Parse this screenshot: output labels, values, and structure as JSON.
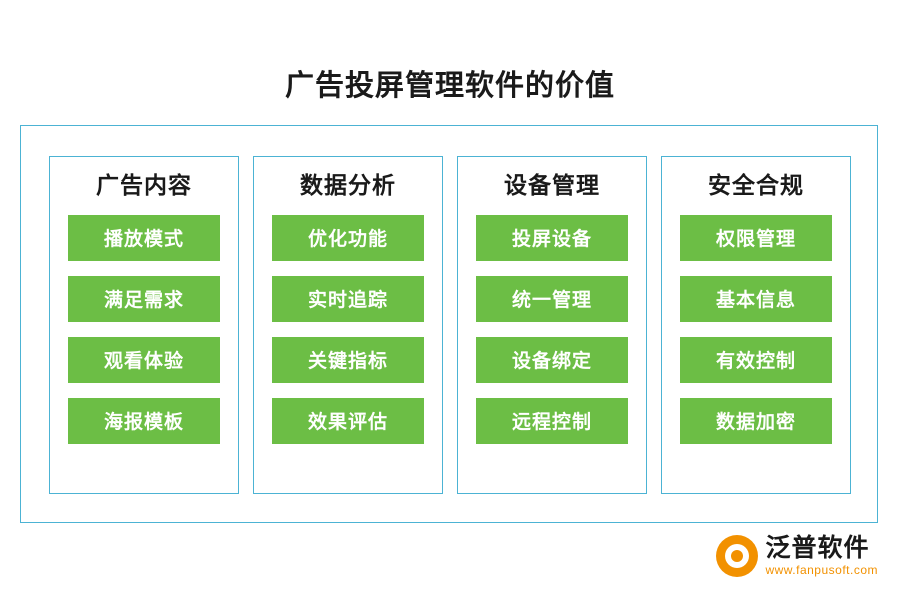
{
  "title": "广告投屏管理软件的价值",
  "columns": [
    {
      "heading": "广告内容",
      "items": [
        "播放模式",
        "满足需求",
        "观看体验",
        "海报模板"
      ]
    },
    {
      "heading": "数据分析",
      "items": [
        "优化功能",
        "实时追踪",
        "关键指标",
        "效果评估"
      ]
    },
    {
      "heading": "设备管理",
      "items": [
        "投屏设备",
        "统一管理",
        "设备绑定",
        "远程控制"
      ]
    },
    {
      "heading": "安全合规",
      "items": [
        "权限管理",
        "基本信息",
        "有效控制",
        "数据加密"
      ]
    }
  ],
  "logo": {
    "name": "泛普软件",
    "url": "www.fanpusoft.com"
  },
  "colors": {
    "frame_border": "#4cb3d4",
    "chip_bg": "#6cbe45",
    "chip_text": "#ffffff",
    "logo_accent": "#f29100",
    "title_text": "#1a1a1a"
  }
}
